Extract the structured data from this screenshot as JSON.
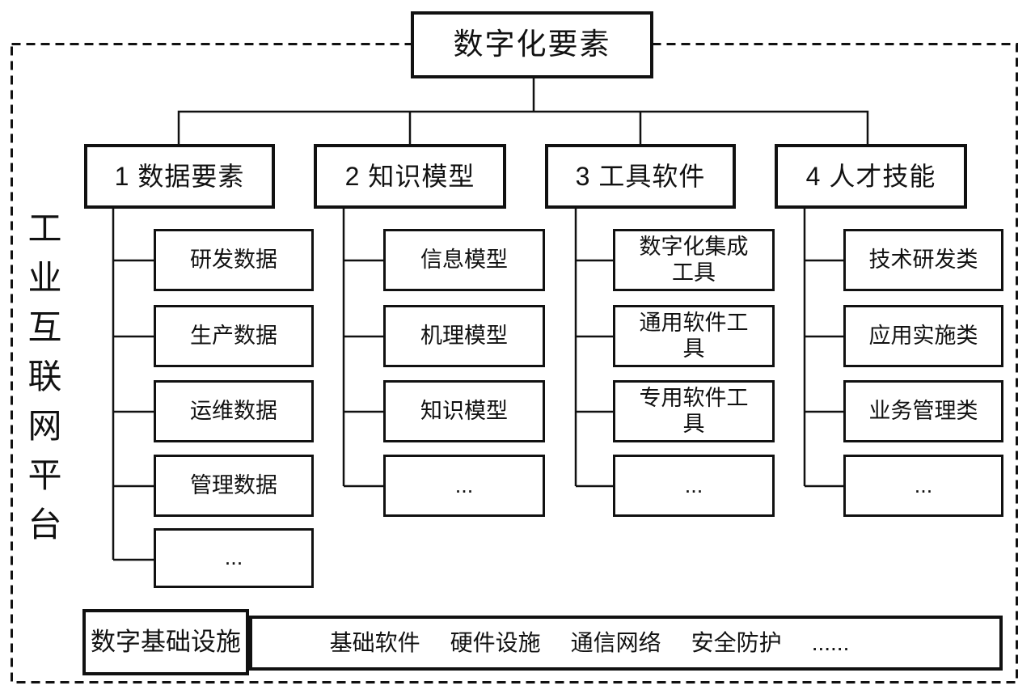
{
  "colors": {
    "ink": "#111111",
    "background": "#ffffff"
  },
  "root": {
    "label": "数字化要素"
  },
  "platform": {
    "label": "工业互联网平台"
  },
  "columns": [
    {
      "label": "1 数据要素",
      "children": [
        "研发数据",
        "生产数据",
        "运维数据",
        "管理数据",
        "..."
      ]
    },
    {
      "label": "2 知识模型",
      "children": [
        "信息模型",
        "机理模型",
        "知识模型",
        "..."
      ]
    },
    {
      "label": "3 工具软件",
      "children": [
        "数字化集成工具",
        "通用软件工具",
        "专用软件工具",
        "..."
      ]
    },
    {
      "label": "4 人才技能",
      "children": [
        "技术研发类",
        "应用实施类",
        "业务管理类",
        "..."
      ]
    }
  ],
  "foundation": {
    "label": "数字基础设施",
    "items": [
      "基础软件",
      "硬件设施",
      "通信网络",
      "安全防护",
      "......"
    ]
  }
}
